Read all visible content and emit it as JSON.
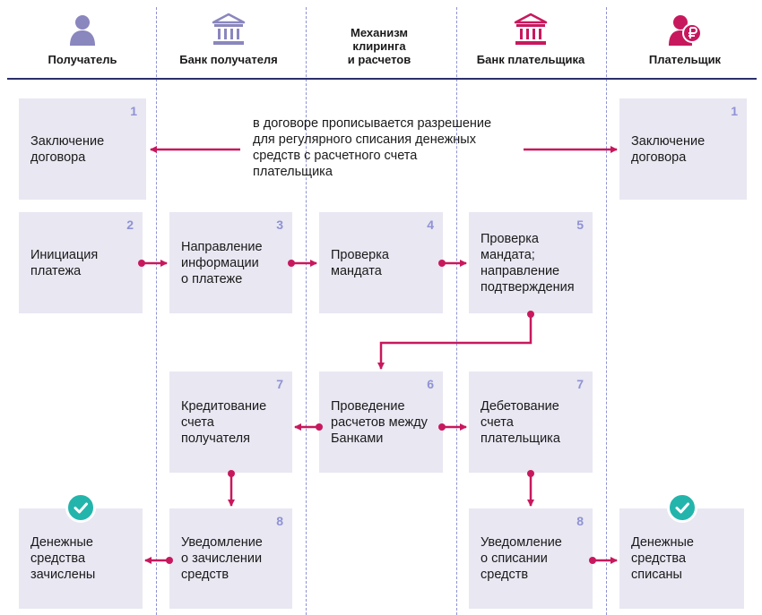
{
  "columns": [
    {
      "id": "recipient",
      "label": "Получатель",
      "icon": "person-icon"
    },
    {
      "id": "recipient-bank",
      "label": "Банк получателя",
      "icon": "bank-building-icon"
    },
    {
      "id": "clearing",
      "label": "Механизм\nклиринга\nи расчетов",
      "icon": ""
    },
    {
      "id": "payer-bank",
      "label": "Банк плательщика",
      "icon": "bank-building-icon"
    },
    {
      "id": "payer",
      "label": "Плательщик",
      "icon": "person-ruble-icon"
    }
  ],
  "colors": {
    "accent": "#c8185d",
    "box": "#e8e7f2",
    "number": "#8f92d4",
    "lane": "#8f92d4",
    "rule": "#2b2f6b",
    "icon_person": "#8a86be",
    "check": "#23b5ab"
  },
  "note": "в договоре прописывается разрешение\nдля регулярного списания денежных\nсредств с расчетного счета\nплательщика",
  "steps": {
    "contract_recipient": {
      "num": "1",
      "text": "Заключение\nдоговора"
    },
    "contract_payer": {
      "num": "1",
      "text": "Заключение\nдоговора"
    },
    "initiation": {
      "num": "2",
      "text": "Инициация\nплатежа"
    },
    "send_info": {
      "num": "3",
      "text": "Направление\nинформации\nо платеже"
    },
    "check_mandate": {
      "num": "4",
      "text": "Проверка\nмандата"
    },
    "check_confirm": {
      "num": "5",
      "text": "Проверка\nмандата;\nнаправление\nподтверждения"
    },
    "settlement": {
      "num": "6",
      "text": "Проведение\nрасчетов между\nБанками"
    },
    "credit": {
      "num": "7",
      "text": "Кредитование\nсчета\nполучателя"
    },
    "debit": {
      "num": "7",
      "text": "Дебетование\nсчета\nплательщика"
    },
    "notify_credit": {
      "num": "8",
      "text": "Уведомление\nо зачислении\nсредств"
    },
    "notify_debit": {
      "num": "8",
      "text": "Уведомление\nо списании\nсредств"
    },
    "funds_credited": {
      "num": "",
      "text": "Денежные\nсредства\nзачислены"
    },
    "funds_debited": {
      "num": "",
      "text": "Денежные\nсредства\nсписаны"
    }
  }
}
